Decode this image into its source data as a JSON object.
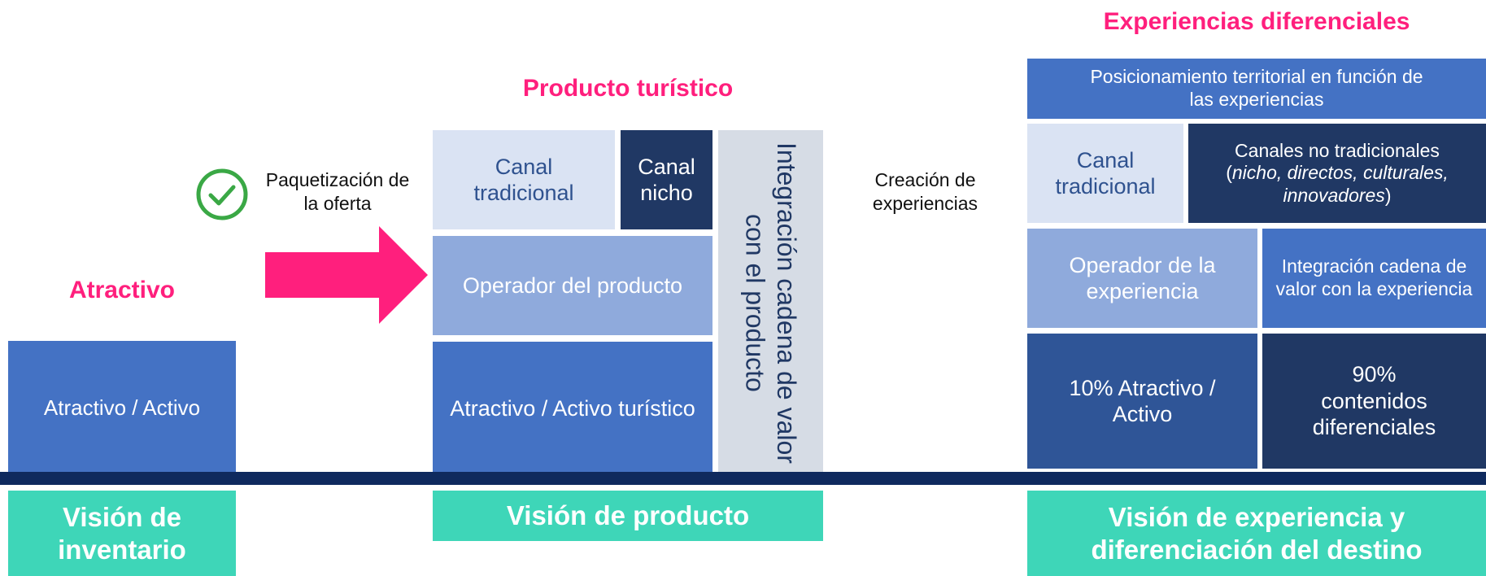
{
  "colors": {
    "pink": "#ff1f7d",
    "blue": "#4472c4",
    "light_blue": "#dae3f3",
    "mid_blue": "#8faadc",
    "navy": "#203864",
    "dark_blue": "#2f5597",
    "gray_blue": "#d6dce5",
    "teal": "#3ed6b8",
    "green_check": "#3aa845",
    "divider": "#0f2a5e"
  },
  "inventory": {
    "title": "Atractivo",
    "block": "Atractivo / Activo",
    "vision": "Visión de inventario"
  },
  "transition_1": {
    "icon": "check-circle-icon",
    "label": "Paquetización de la oferta",
    "arrow_icon": "right-arrow-icon"
  },
  "product": {
    "title": "Producto turístico",
    "canal_tradicional": "Canal tradicional",
    "canal_nicho": "Canal nicho",
    "integracion": "Integración cadena de valor con el producto",
    "operador": "Operador del producto",
    "atractivo": "Atractivo / Activo turístico",
    "vision": "Visión de producto"
  },
  "transition_2": {
    "label": "Creación de experiencias"
  },
  "experience": {
    "title": "Experiencias diferenciales",
    "posicionamiento": "Posicionamiento territorial en función de las experiencias",
    "canal_tradicional": "Canal tradicional",
    "canales_no_trad_title": "Canales no tradicionales",
    "canales_no_trad_detail": "nicho, directos, culturales, innovadores",
    "operador": "Operador de la experiencia",
    "integracion": "Integración cadena de valor con la experiencia",
    "atractivo": "10% Atractivo / Activo",
    "contenidos": "90% contenidos diferenciales",
    "vision_line1": "Visión de experiencia y",
    "vision_line2": "diferenciación del destino"
  }
}
